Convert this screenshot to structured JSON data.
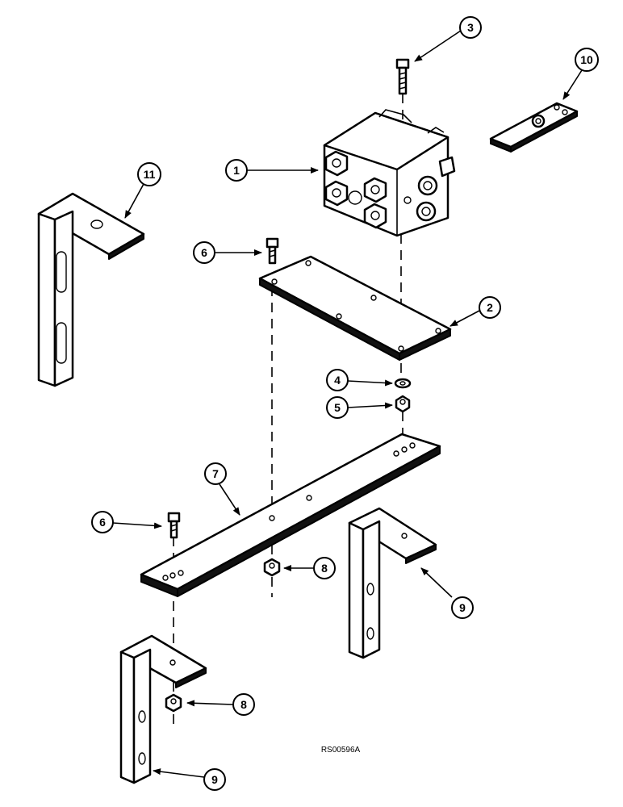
{
  "figure_code": "RS00596A",
  "callouts": {
    "c1": "1",
    "c2": "2",
    "c3": "3",
    "c4": "4",
    "c5": "5",
    "c6a": "6",
    "c6b": "6",
    "c7": "7",
    "c8a": "8",
    "c8b": "8",
    "c9a": "9",
    "c9b": "9",
    "c10": "10",
    "c11": "11"
  },
  "colors": {
    "line": "#000000",
    "background": "#ffffff"
  }
}
